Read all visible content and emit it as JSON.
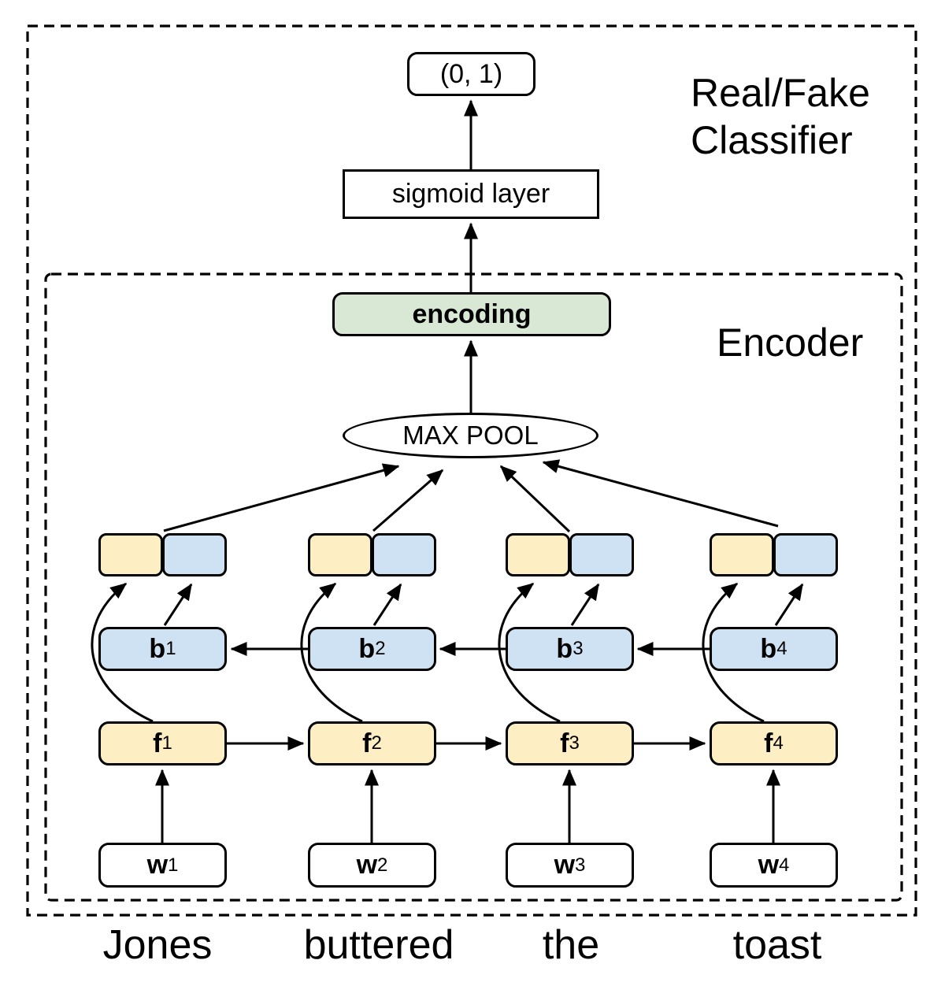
{
  "classifier": {
    "title_line1": "Real/Fake",
    "title_line2": "Classifier",
    "output_range": "(0, 1)",
    "sigmoid": "sigmoid layer"
  },
  "encoder": {
    "title": "Encoder",
    "encoding": "encoding",
    "maxpool": "MAX POOL"
  },
  "units": {
    "backward": [
      {
        "base": "b",
        "sub": "1"
      },
      {
        "base": "b",
        "sub": "2"
      },
      {
        "base": "b",
        "sub": "3"
      },
      {
        "base": "b",
        "sub": "4"
      }
    ],
    "forward": [
      {
        "base": "f",
        "sub": "1"
      },
      {
        "base": "f",
        "sub": "2"
      },
      {
        "base": "f",
        "sub": "3"
      },
      {
        "base": "f",
        "sub": "4"
      }
    ],
    "words": [
      {
        "base": "w",
        "sub": "1"
      },
      {
        "base": "w",
        "sub": "2"
      },
      {
        "base": "w",
        "sub": "3"
      },
      {
        "base": "w",
        "sub": "4"
      }
    ]
  },
  "sentence": [
    "Jones",
    "buttered",
    "the",
    "toast"
  ],
  "colors": {
    "forward_fill": "#fdeec3",
    "backward_fill": "#cfe2f3",
    "encoding_fill": "#d9e8d4",
    "box_fill": "#ffffff",
    "stroke": "#000000"
  }
}
